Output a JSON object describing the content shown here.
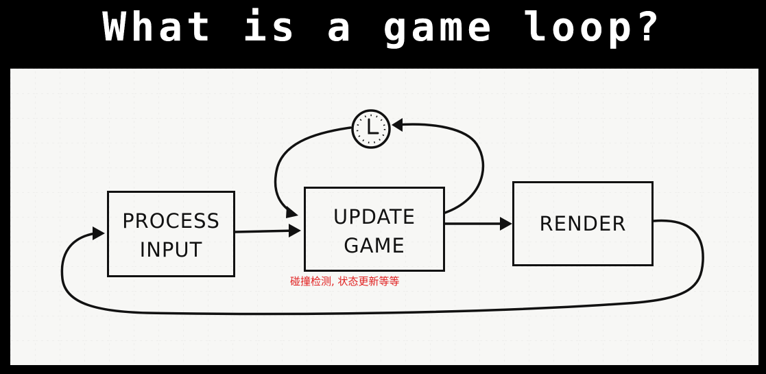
{
  "title": "What is a game loop?",
  "diagram": {
    "nodes": [
      {
        "id": "process-input",
        "line1": "PROCESS",
        "line2": "INPUT"
      },
      {
        "id": "update-game",
        "line1": "UPDATE",
        "line2": "GAME"
      },
      {
        "id": "render",
        "line1": "RENDER",
        "line2": ""
      }
    ],
    "annotation": "碰撞检测, 状态更新等等",
    "colors": {
      "background": "#000000",
      "board": "#f7f7f5",
      "ink": "#111111",
      "annotation": "#e01e1e"
    },
    "icons": [
      "clock-icon"
    ]
  }
}
